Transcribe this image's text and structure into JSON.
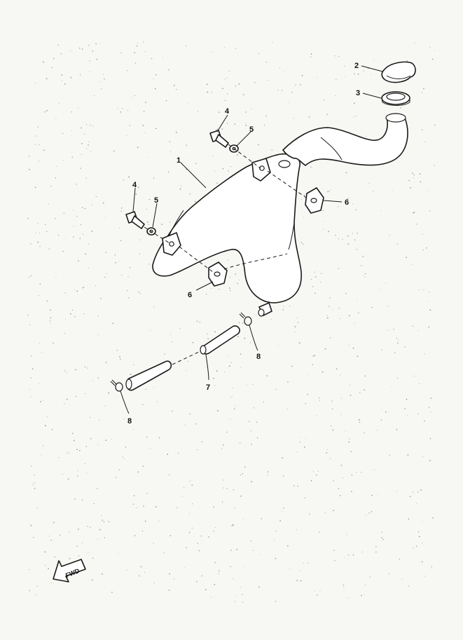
{
  "diagram": {
    "callouts": {
      "tank": "1",
      "cap": "2",
      "cap_seal": "3",
      "bolt_upper": "4",
      "washer_upper": "5",
      "grommet_right": "6",
      "bolt_lower": "4",
      "washer_lower": "5",
      "grommet_left": "6",
      "clip_right": "8",
      "hose": "7",
      "clip_left": "8"
    },
    "direction_label": "FWD"
  },
  "colors": {
    "line": "#1a1a1a",
    "paper": "#f7f7f3",
    "speckle": "#9a9a9a"
  }
}
